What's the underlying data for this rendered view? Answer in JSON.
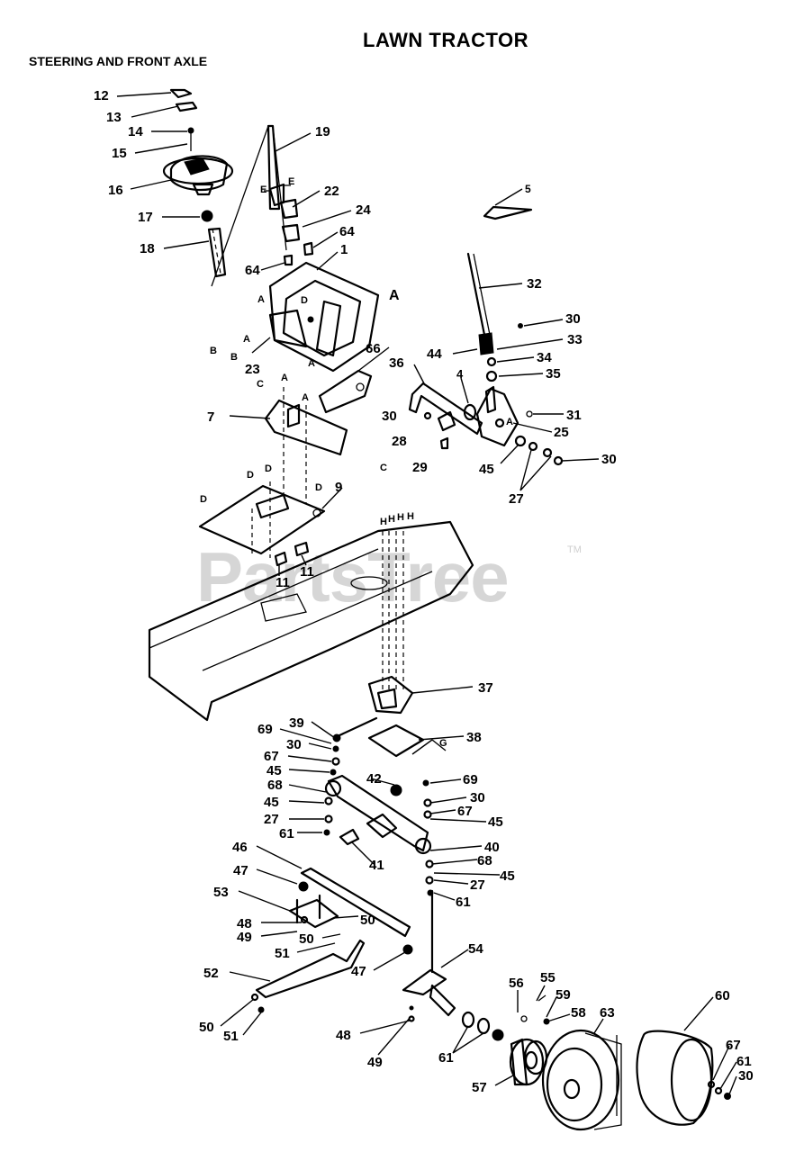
{
  "header": {
    "title": "LAWN TRACTOR",
    "subtitle": "STEERING AND FRONT AXLE"
  },
  "watermark": {
    "text": "PartsTree",
    "tm": "TM"
  },
  "callouts": [
    "12",
    "13",
    "14",
    "15",
    "16",
    "17",
    "18",
    "19",
    "22",
    "24",
    "64",
    "64",
    "1",
    "5",
    "32",
    "30",
    "33",
    "44",
    "34",
    "35",
    "36",
    "4",
    "31",
    "30",
    "25",
    "28",
    "29",
    "30",
    "45",
    "27",
    "66",
    "23",
    "7",
    "9",
    "11",
    "11",
    "37",
    "39",
    "69",
    "38",
    "30",
    "67",
    "45",
    "42",
    "69",
    "68",
    "30",
    "45",
    "67",
    "45",
    "27",
    "61",
    "41",
    "40",
    "68",
    "45",
    "27",
    "61",
    "46",
    "47",
    "53",
    "50",
    "48",
    "49",
    "50",
    "51",
    "52",
    "47",
    "54",
    "50",
    "51",
    "48",
    "49",
    "61",
    "56",
    "55",
    "59",
    "58",
    "63",
    "60",
    "57",
    "67",
    "61",
    "30"
  ],
  "reference_letters": [
    "A",
    "A",
    "A",
    "A",
    "A",
    "A",
    "A",
    "B",
    "B",
    "C",
    "C",
    "D",
    "D",
    "D",
    "D",
    "D",
    "E",
    "E",
    "G",
    "H",
    "H",
    "H",
    "H"
  ]
}
